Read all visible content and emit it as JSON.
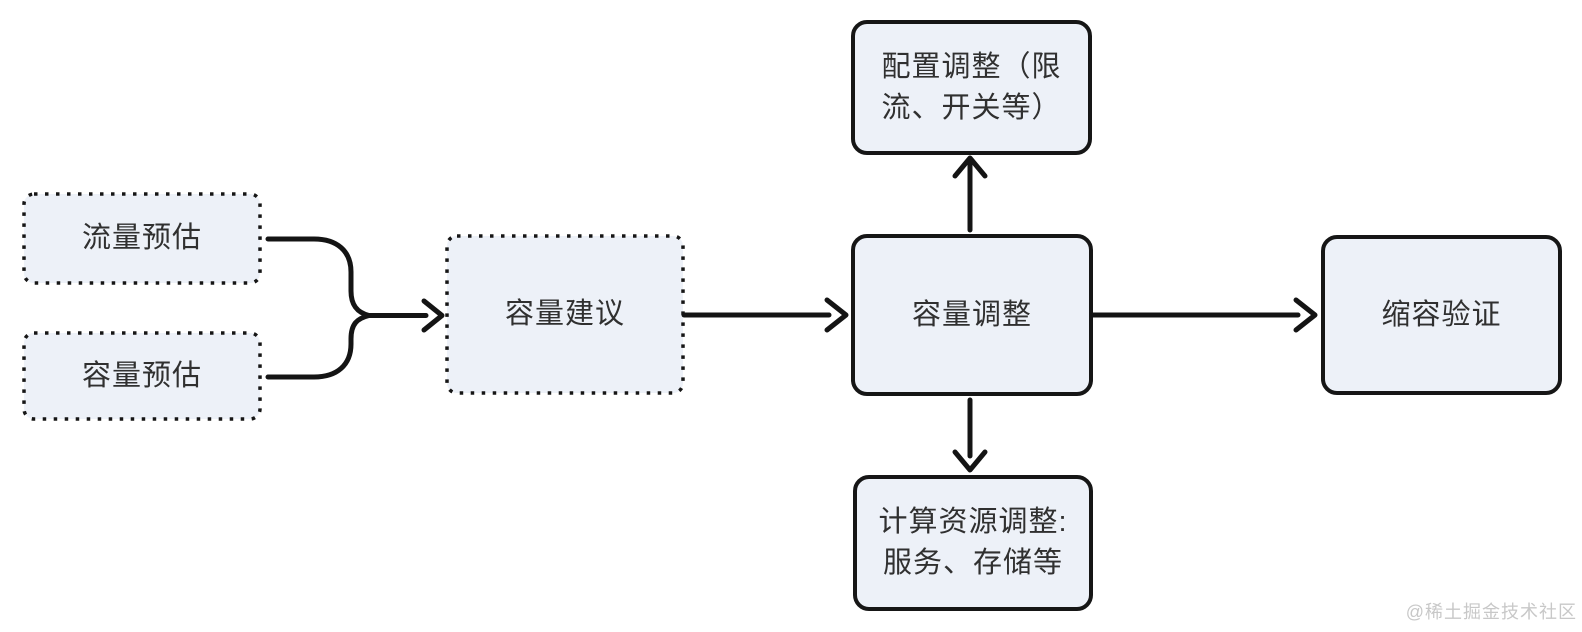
{
  "diagram": {
    "title": "",
    "colors": {
      "background": "#ffffff",
      "box_fill": "#edf1f8",
      "stroke": "#161616",
      "text": "#303030",
      "watermark": "#c8c8c8"
    },
    "nodes": [
      {
        "id": "traffic-forecast",
        "label": "流量预估",
        "border_style": "dotted"
      },
      {
        "id": "capacity-forecast",
        "label": "容量预估",
        "border_style": "dotted"
      },
      {
        "id": "capacity-suggestion",
        "label": "容量建议",
        "border_style": "dotted"
      },
      {
        "id": "config-adjustment",
        "label": [
          "配置调整（限",
          "流、开关等）"
        ],
        "border_style": "solid"
      },
      {
        "id": "capacity-adjustment",
        "label": "容量调整",
        "border_style": "solid"
      },
      {
        "id": "compute-resource-adjustment",
        "label": [
          "计算资源调整:",
          "服务、存储等"
        ],
        "border_style": "solid"
      },
      {
        "id": "scale-down-verification",
        "label": "缩容验证",
        "border_style": "solid"
      }
    ],
    "edges": [
      {
        "from": "traffic-forecast",
        "to": "merge-point",
        "type": "curly-join",
        "arrow": false
      },
      {
        "from": "capacity-forecast",
        "to": "merge-point",
        "type": "curly-join",
        "arrow": false
      },
      {
        "from": "merge-point",
        "to": "capacity-suggestion",
        "type": "straight",
        "arrow": true
      },
      {
        "from": "capacity-suggestion",
        "to": "capacity-adjustment",
        "type": "straight",
        "arrow": true
      },
      {
        "from": "capacity-adjustment",
        "to": "config-adjustment",
        "type": "straight",
        "arrow": true
      },
      {
        "from": "capacity-adjustment",
        "to": "compute-resource-adjustment",
        "type": "straight",
        "arrow": true
      },
      {
        "from": "capacity-adjustment",
        "to": "scale-down-verification",
        "type": "straight",
        "arrow": true
      }
    ],
    "watermark": "@稀土掘金技术社区"
  }
}
